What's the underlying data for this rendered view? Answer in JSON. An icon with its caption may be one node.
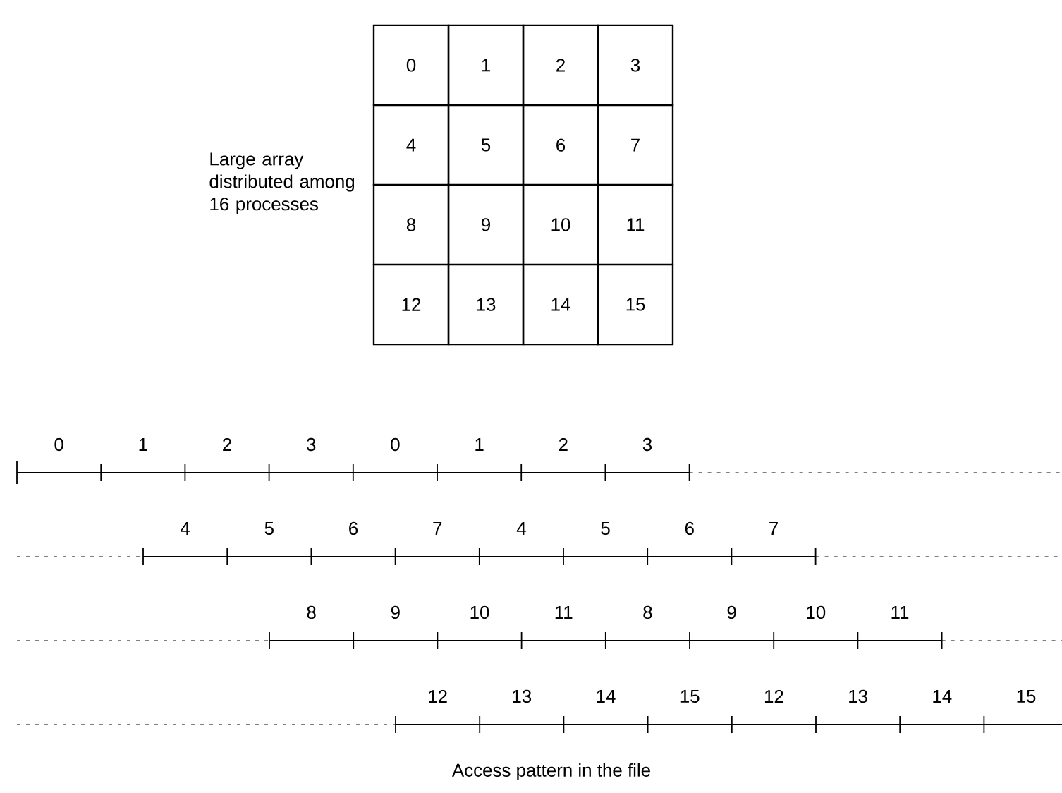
{
  "diagram": {
    "caption": "Access pattern in the file",
    "nodes": [
      {
        "text": [
          "0"
        ]
      },
      {
        "text": [
          "1"
        ]
      },
      {
        "text": [
          "2"
        ]
      },
      {
        "text": [
          "3"
        ]
      },
      {
        "text": [
          "4"
        ]
      },
      {
        "text": [
          "5"
        ]
      },
      {
        "text": [
          "6"
        ]
      },
      {
        "text": [
          "7"
        ]
      },
      {
        "text": [
          "8"
        ]
      },
      {
        "text": [
          "9"
        ]
      },
      {
        "text": [
          "10"
        ]
      },
      {
        "text": [
          "11"
        ]
      },
      {
        "text": [
          "12"
        ]
      },
      {
        "text": [
          "13"
        ]
      },
      {
        "text": [
          "14"
        ]
      },
      {
        "text": [
          "15"
        ]
      }
    ],
    "labels": [
      "Large array distributed among 16 processes",
      "0",
      "1",
      "2",
      "3",
      "0",
      "1",
      "2",
      "3",
      "4",
      "5",
      "6",
      "7",
      "4",
      "5",
      "6",
      "7",
      "8",
      "9",
      "10",
      "11",
      "8",
      "9",
      "10",
      "11",
      "12",
      "13",
      "14",
      "15",
      "12",
      "13",
      "14",
      "15"
    ]
  }
}
